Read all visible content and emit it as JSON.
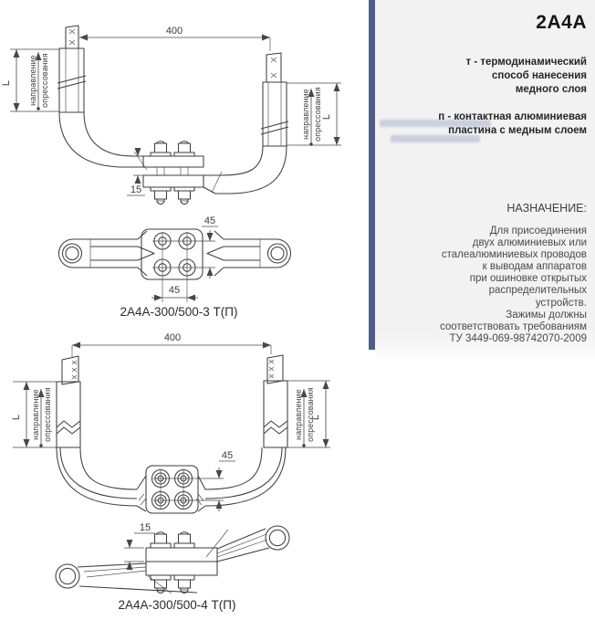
{
  "panel": {
    "title": "2А4А",
    "note_t": "т - термодинамический\nспособ нанесения\nмедного слоя",
    "note_p": "п - контактная алюминиевая\nпластина с медным слоем",
    "purpose_heading": "НАЗНАЧЕНИЕ:",
    "purpose_text": "Для присоединения\nдвух алюминиевых или\nсталеалюминиевых проводов\nк выводам аппаратов\nпри ошиновке открытых\nраспределительных\nустройств.\nЗажимы должны\nсоответствовать требованиям\nТУ 3449-069-98742070-2009",
    "accent_color": "#4e5f87",
    "panel_bg": "#f2f2f3"
  },
  "drawings": {
    "dim_400": "400",
    "dim_45": "45",
    "dim_15": "15",
    "dim_L": "L",
    "press_dir_line1": "направление",
    "press_dir_line2": "опрессования",
    "caption_top": "2А4А-300/500-3 Т(П)",
    "caption_bottom": "2А4А-300/500-4 Т(П)"
  }
}
